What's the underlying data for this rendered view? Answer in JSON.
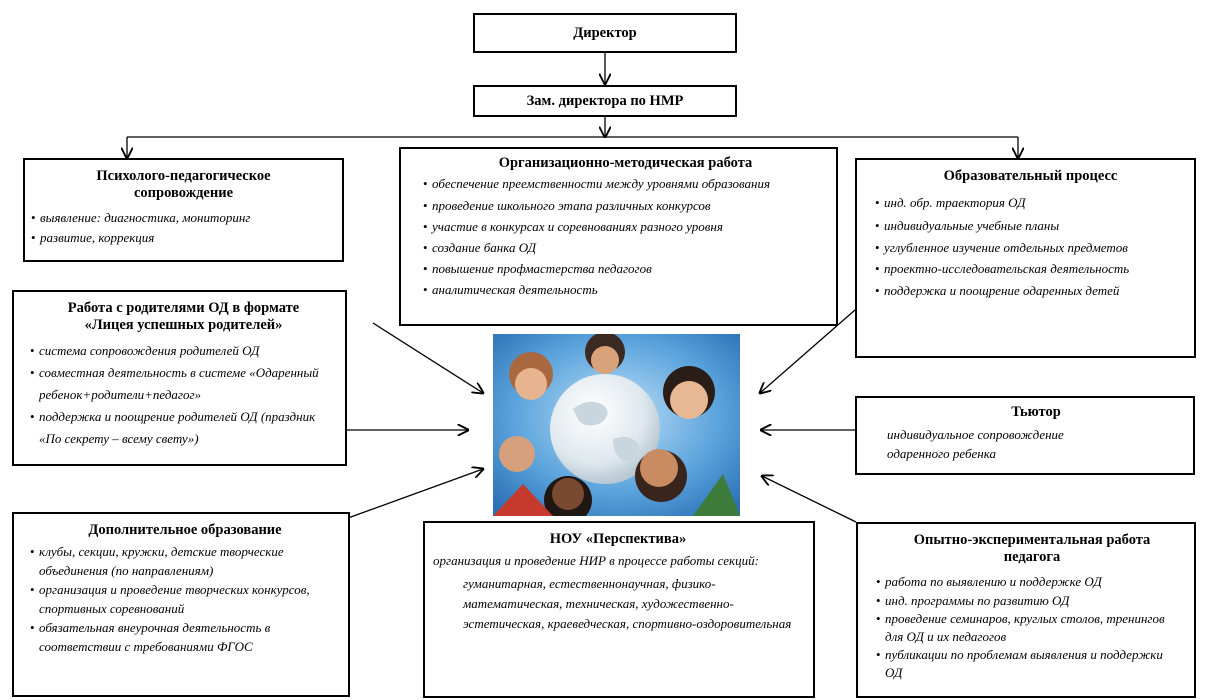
{
  "director": {
    "label": "Директор"
  },
  "deputy": {
    "label": "Зам. директора по НМР"
  },
  "psych": {
    "title_lines": [
      "Психолого-педагогическое",
      "сопровождение"
    ],
    "items": [
      "выявление: диагностика, мониторинг",
      "развитие, коррекция"
    ]
  },
  "org": {
    "title": "Организационно-методическая работа",
    "items": [
      "обеспечение преемственности между уровнями образования",
      "проведение школьного этапа различных конкурсов",
      "участие в конкурсах и соревнованиях разного уровня",
      "создание банка ОД",
      "повышение профмастерства педагогов",
      "аналитическая деятельность"
    ]
  },
  "edu": {
    "title": "Образовательный процесс",
    "items": [
      "инд. обр. траектория ОД",
      "индивидуальные учебные планы",
      "углубленное изучение отдельных предметов",
      "проектно-исследовательская деятельность",
      "поддержка и поощрение одаренных детей"
    ]
  },
  "parents": {
    "title_lines": [
      "Работа с родителями ОД в формате",
      "«Лицея успешных родителей»"
    ],
    "items": [
      "система сопровождения родителей ОД",
      "совместная деятельность в системе «Одаренный ребенок+родители+педагог»",
      "поддержка и поощрение родителей ОД (праздник «По секрету – всему свету»)"
    ]
  },
  "tutor": {
    "title": "Тьютор",
    "text": "индивидуальное сопровождение одаренного ребенка"
  },
  "extra": {
    "title": "Дополнительное образование",
    "items": [
      "клубы, секции, кружки, детские творческие объединения (по направлениям)",
      "организация и проведение творческих конкурсов, спортивных соревнований",
      "обязательная внеурочная деятельность в соответствии с требованиями ФГОС"
    ]
  },
  "nou": {
    "title": "НОУ «Перспектива»",
    "intro": "организация и проведение НИР в процессе работы секций:",
    "sections": "гуманитарная, естественнонаучная, физико-математическая, техническая, художественно-эстетическая, краеведческая, спортивно-оздоровительная"
  },
  "exp": {
    "title_lines": [
      "Опытно-экспериментальная работа",
      "педагога"
    ],
    "items": [
      "работа по выявлению и поддержке ОД",
      "инд. программы по развитию ОД",
      "проведение семинаров, круглых столов, тренингов для ОД и их педагогов",
      "публикации по проблемам выявления и поддержки ОД"
    ]
  },
  "colors": {
    "sky": "#4a8fd0",
    "globe": "#e6edf2",
    "line": "#000000"
  }
}
